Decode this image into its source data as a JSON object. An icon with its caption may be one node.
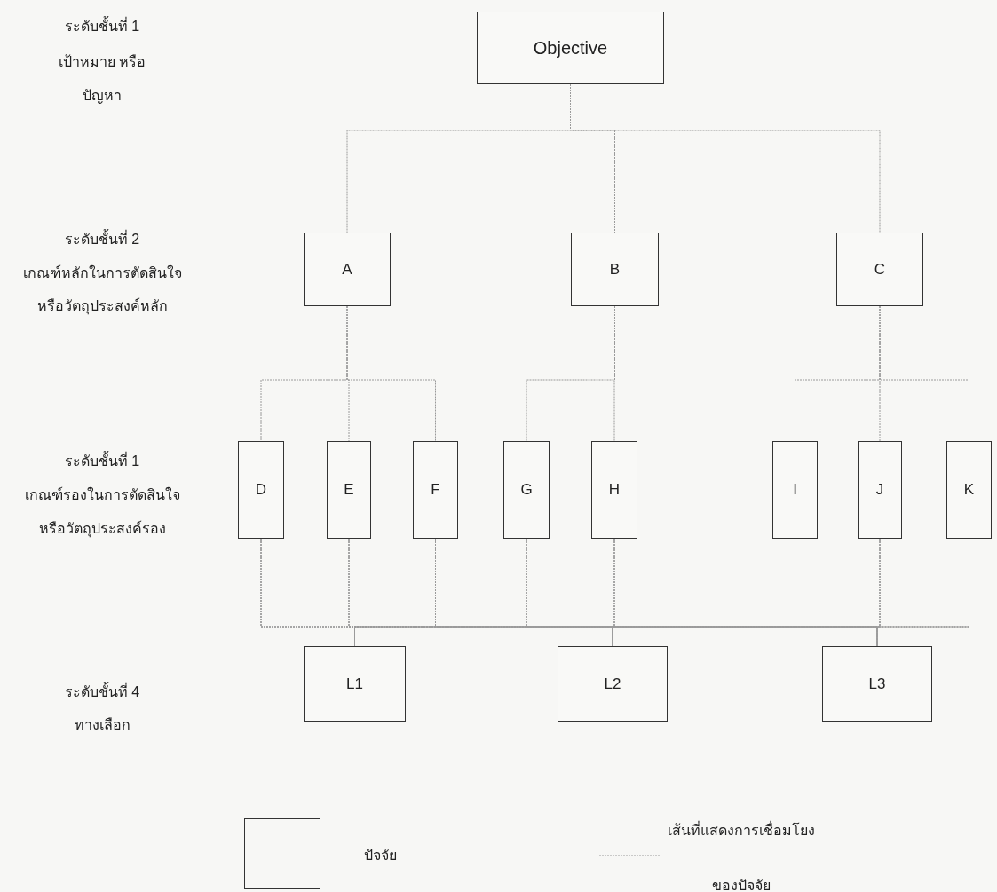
{
  "diagram": {
    "nodes": [
      {
        "text": [
          "Objective"
        ]
      },
      {
        "text": [
          "A"
        ]
      },
      {
        "text": [
          "B"
        ]
      },
      {
        "text": [
          "C"
        ]
      },
      {
        "text": [
          "D"
        ]
      },
      {
        "text": [
          "E"
        ]
      },
      {
        "text": [
          "F"
        ]
      },
      {
        "text": [
          "G"
        ]
      },
      {
        "text": [
          "H"
        ]
      },
      {
        "text": [
          "I"
        ]
      },
      {
        "text": [
          "J"
        ]
      },
      {
        "text": [
          "K"
        ]
      },
      {
        "text": [
          "L1"
        ]
      },
      {
        "text": [
          "L2"
        ]
      },
      {
        "text": [
          "L3"
        ]
      }
    ],
    "edges": [
      {
        "from": 0,
        "to": 1,
        "arrow": "none"
      },
      {
        "from": 0,
        "to": 2,
        "arrow": "none"
      },
      {
        "from": 0,
        "to": 3,
        "arrow": "none"
      },
      {
        "from": 1,
        "to": 4,
        "arrow": "none"
      },
      {
        "from": 1,
        "to": 5,
        "arrow": "none"
      },
      {
        "from": 1,
        "to": 6,
        "arrow": "none"
      },
      {
        "from": 2,
        "to": 7,
        "arrow": "none"
      },
      {
        "from": 2,
        "to": 8,
        "arrow": "none"
      },
      {
        "from": 3,
        "to": 9,
        "arrow": "none"
      },
      {
        "from": 3,
        "to": 10,
        "arrow": "none"
      },
      {
        "from": 3,
        "to": 11,
        "arrow": "none"
      },
      {
        "from": 4,
        "to": 12,
        "arrow": "none"
      },
      {
        "from": 4,
        "to": 13,
        "arrow": "none"
      },
      {
        "from": 4,
        "to": 14,
        "arrow": "none"
      },
      {
        "from": 5,
        "to": 12,
        "arrow": "none"
      },
      {
        "from": 5,
        "to": 13,
        "arrow": "none"
      },
      {
        "from": 5,
        "to": 14,
        "arrow": "none"
      },
      {
        "from": 6,
        "to": 12,
        "arrow": "none"
      },
      {
        "from": 6,
        "to": 13,
        "arrow": "none"
      },
      {
        "from": 6,
        "to": 14,
        "arrow": "none"
      },
      {
        "from": 7,
        "to": 12,
        "arrow": "none"
      },
      {
        "from": 7,
        "to": 13,
        "arrow": "none"
      },
      {
        "from": 7,
        "to": 14,
        "arrow": "none"
      },
      {
        "from": 8,
        "to": 12,
        "arrow": "none"
      },
      {
        "from": 8,
        "to": 13,
        "arrow": "none"
      },
      {
        "from": 8,
        "to": 14,
        "arrow": "none"
      },
      {
        "from": 9,
        "to": 12,
        "arrow": "none"
      },
      {
        "from": 9,
        "to": 13,
        "arrow": "none"
      },
      {
        "from": 9,
        "to": 14,
        "arrow": "none"
      },
      {
        "from": 10,
        "to": 12,
        "arrow": "none"
      },
      {
        "from": 10,
        "to": 13,
        "arrow": "none"
      },
      {
        "from": 10,
        "to": 14,
        "arrow": "none"
      },
      {
        "from": 11,
        "to": 12,
        "arrow": "none"
      },
      {
        "from": 11,
        "to": 13,
        "arrow": "none"
      },
      {
        "from": 11,
        "to": 14,
        "arrow": "none"
      }
    ],
    "labels": [
      "ระดับชั้นที่ 1",
      "เป้าหมาย หรือ",
      "ปัญหา",
      "ระดับชั้นที่ 2",
      "เกณฑ์หลักในการตัดสินใจ",
      "หรือวัตถุประสงค์หลัก",
      "ระดับชั้นที่ 1",
      "เกณฑ์รองในการตัดสินใจ",
      "หรือวัตถุประสงค์รอง",
      "ระดับชั้นที่ 4",
      "ทางเลือก"
    ],
    "legend": [
      {
        "text": "ปัจจัย"
      },
      {
        "text": "เส้นที่แสดงการเชื่อมโยงของปัจจัย"
      }
    ]
  }
}
